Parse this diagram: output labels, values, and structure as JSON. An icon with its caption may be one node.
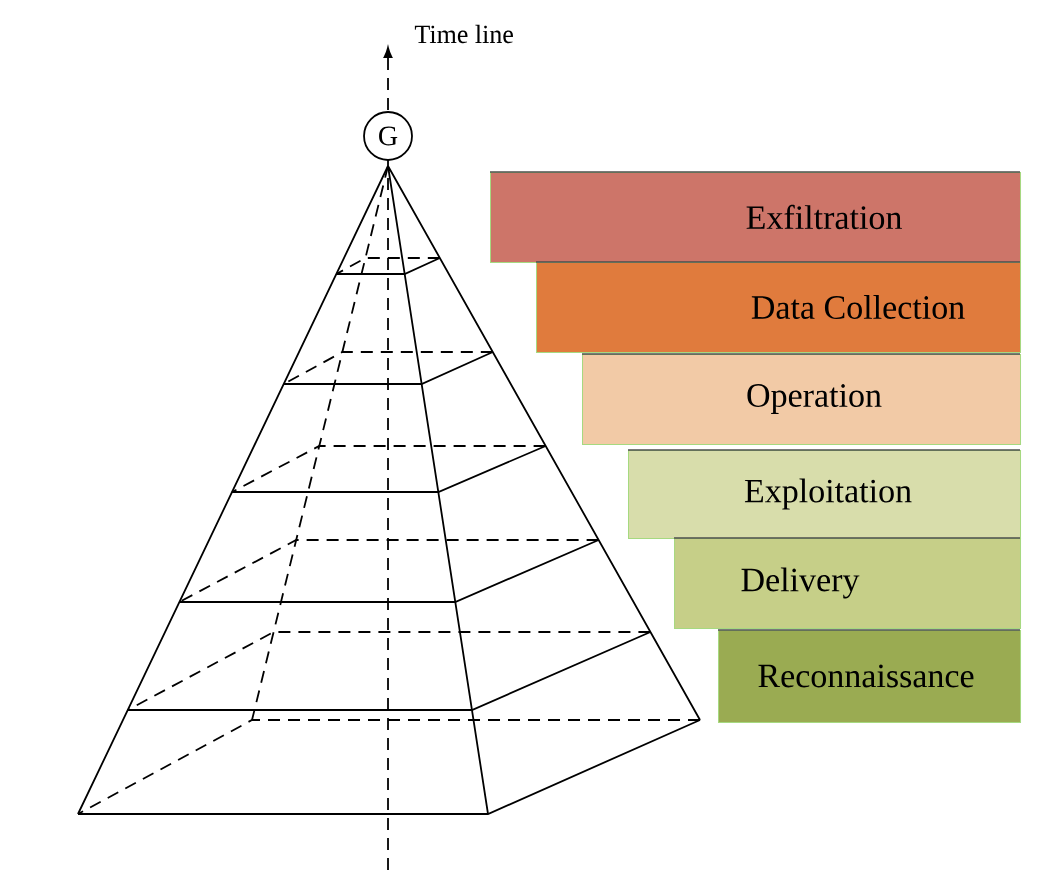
{
  "diagram": {
    "nodes": [
      {
        "text": [
          "G"
        ]
      },
      {
        "text": [
          "Exfiltration"
        ]
      },
      {
        "text": [
          "Data Collection"
        ]
      },
      {
        "text": [
          "Operation"
        ]
      },
      {
        "text": [
          "Exploitation"
        ]
      },
      {
        "text": [
          "Delivery"
        ]
      },
      {
        "text": [
          "Reconnaissance"
        ]
      }
    ],
    "edges": [],
    "labels": [
      "Time line"
    ]
  }
}
